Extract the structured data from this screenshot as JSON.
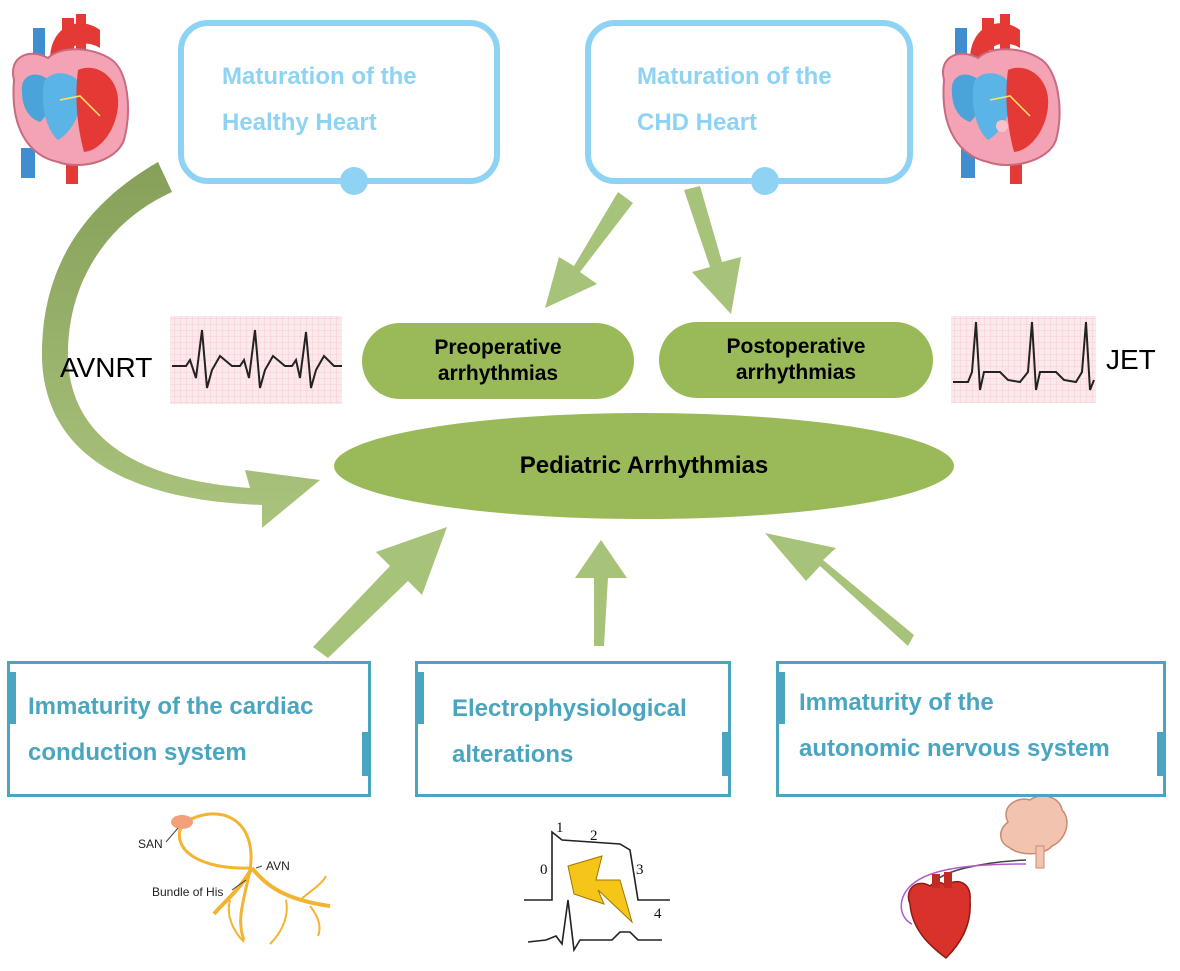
{
  "top_boxes": {
    "healthy": {
      "line1": "Maturation of the",
      "line2": "Healthy Heart"
    },
    "chd": {
      "line1": "Maturation of the",
      "line2": "CHD Heart"
    }
  },
  "pills": {
    "preop": {
      "line1": "Preoperative",
      "line2": "arrhythmias"
    },
    "postop": {
      "line1": "Postoperative",
      "line2": "arrhythmias"
    }
  },
  "center": {
    "label": "Pediatric Arrhythmias"
  },
  "side_labels": {
    "left": "AVNRT",
    "right": "JET"
  },
  "bottom_boxes": {
    "conduction": {
      "line1": "Immaturity of the cardiac",
      "line2": "conduction system"
    },
    "electro": {
      "line1": "Electrophysiological",
      "line2": "alterations"
    },
    "autonomic": {
      "line1": "Immaturity of the",
      "line2": "autonomic nervous system"
    }
  },
  "conduction_figure": {
    "san": "SAN",
    "avn": "AVN",
    "bundle": "Bundle of His"
  },
  "action_potential": {
    "p0": "0",
    "p1": "1",
    "p2": "2",
    "p3": "3",
    "p4": "4"
  },
  "colors": {
    "light_blue": "#8fd3f4",
    "teal": "#4aa6c0",
    "green": "#9aba5a",
    "arrow_green": "#a7c37a",
    "dark_green": "#86a05a"
  }
}
